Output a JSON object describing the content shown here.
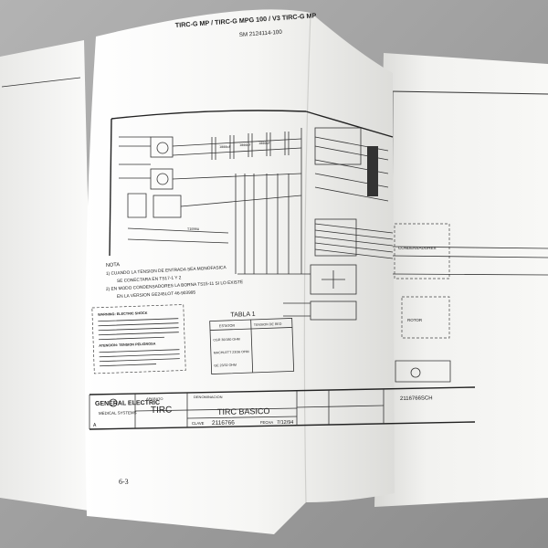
{
  "header": {
    "model_line": "TIRC-G MP / TIRC-G MPG 100 / V3 TIRC-G MP",
    "doc_number": "SM 2124114-100"
  },
  "schematic": {
    "tabla_title": "TABLA 1",
    "tabla_col1": "ESTATOR",
    "tabla_col2": "TENSION DE RED",
    "tabla_rows": [
      "CGR 30/180 OHM",
      "MACHLETT 23/36 OHM",
      "GE 23/32 OHM"
    ],
    "note_title": "NOTA",
    "notes": [
      "1) CUANDO LA TENSION DE ENTRADA SEA MONOFASICA",
      "SE CONECTARA EN TS17-1 Y 2",
      "2) EN MODO CONDENSADORES LA BORNA TS15-11 SI LO EXISTE",
      "EN LA VERSION GE245LOT 46-903995"
    ],
    "warning_title": "WARNING: ELECTRIC SHOCK",
    "atencion_title": "ATENCION: TENSION PELIGROSA",
    "condensadores_label": "CONDENSADORES",
    "rotor_label": "ROTOR"
  },
  "title_block": {
    "company": "GENERAL ELECTRIC",
    "division": "MEDICAL SYSTEMS",
    "aparato_label": "APARATO",
    "aparato_value": "TIRC",
    "denominacion_label": "DENOMINACION",
    "denominacion_value": "TIRC BASICO",
    "clave_label": "CLAVE",
    "clave_value": "2116766",
    "fecha_label": "FECHA",
    "fecha_value": "7/12/94",
    "drawing_number": "2116766SCH",
    "rev_label": "A"
  },
  "page_number": "6-3",
  "colors": {
    "background": "#9a9a9a",
    "paper": "#f7f7f4",
    "ink": "#222222"
  }
}
